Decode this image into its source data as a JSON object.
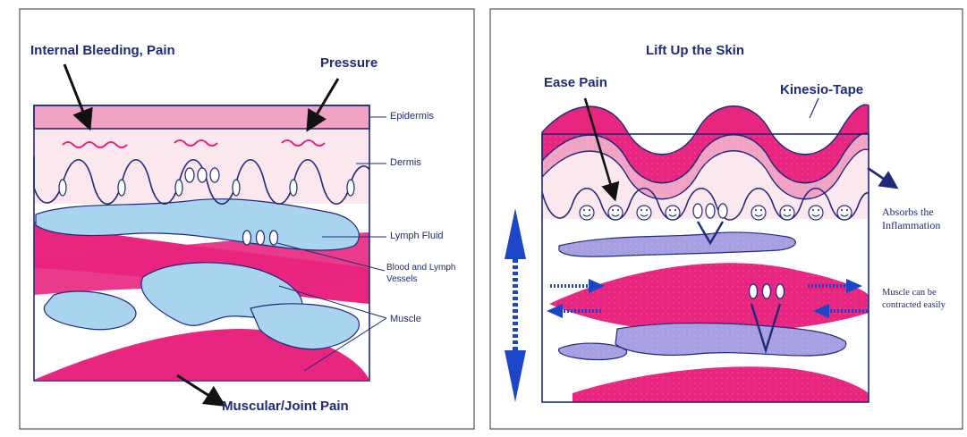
{
  "left_panel": {
    "internal_bleeding": "Internal Bleeding, Pain",
    "pressure": "Pressure",
    "epidermis": "Epidermis",
    "dermis": "Dermis",
    "lymph_fluid": "Lymph Fluid",
    "blood_lymph_line1": "Blood and Lymph",
    "blood_lymph_line2": "Vessels",
    "muscle": "Muscle",
    "muscular_joint_pain": "Muscular/Joint Pain"
  },
  "right_panel": {
    "title": "Lift Up the Skin",
    "ease_pain": "Ease Pain",
    "kinesio_tape": "Kinesio-Tape",
    "absorbs_line1": "Absorbs the",
    "absorbs_line2": "Inflammation",
    "muscle_line1": "Muscle can be",
    "muscle_line2": "contracted easily"
  },
  "colors": {
    "border": "#1f2a78",
    "pink": "#e8257f",
    "light_pink": "#f2a3c4",
    "skin": "#fbe8ef",
    "lymph_blue": "#a9d4ef",
    "lavender": "#a89fe2",
    "arrow_blue": "#1b46c8"
  }
}
